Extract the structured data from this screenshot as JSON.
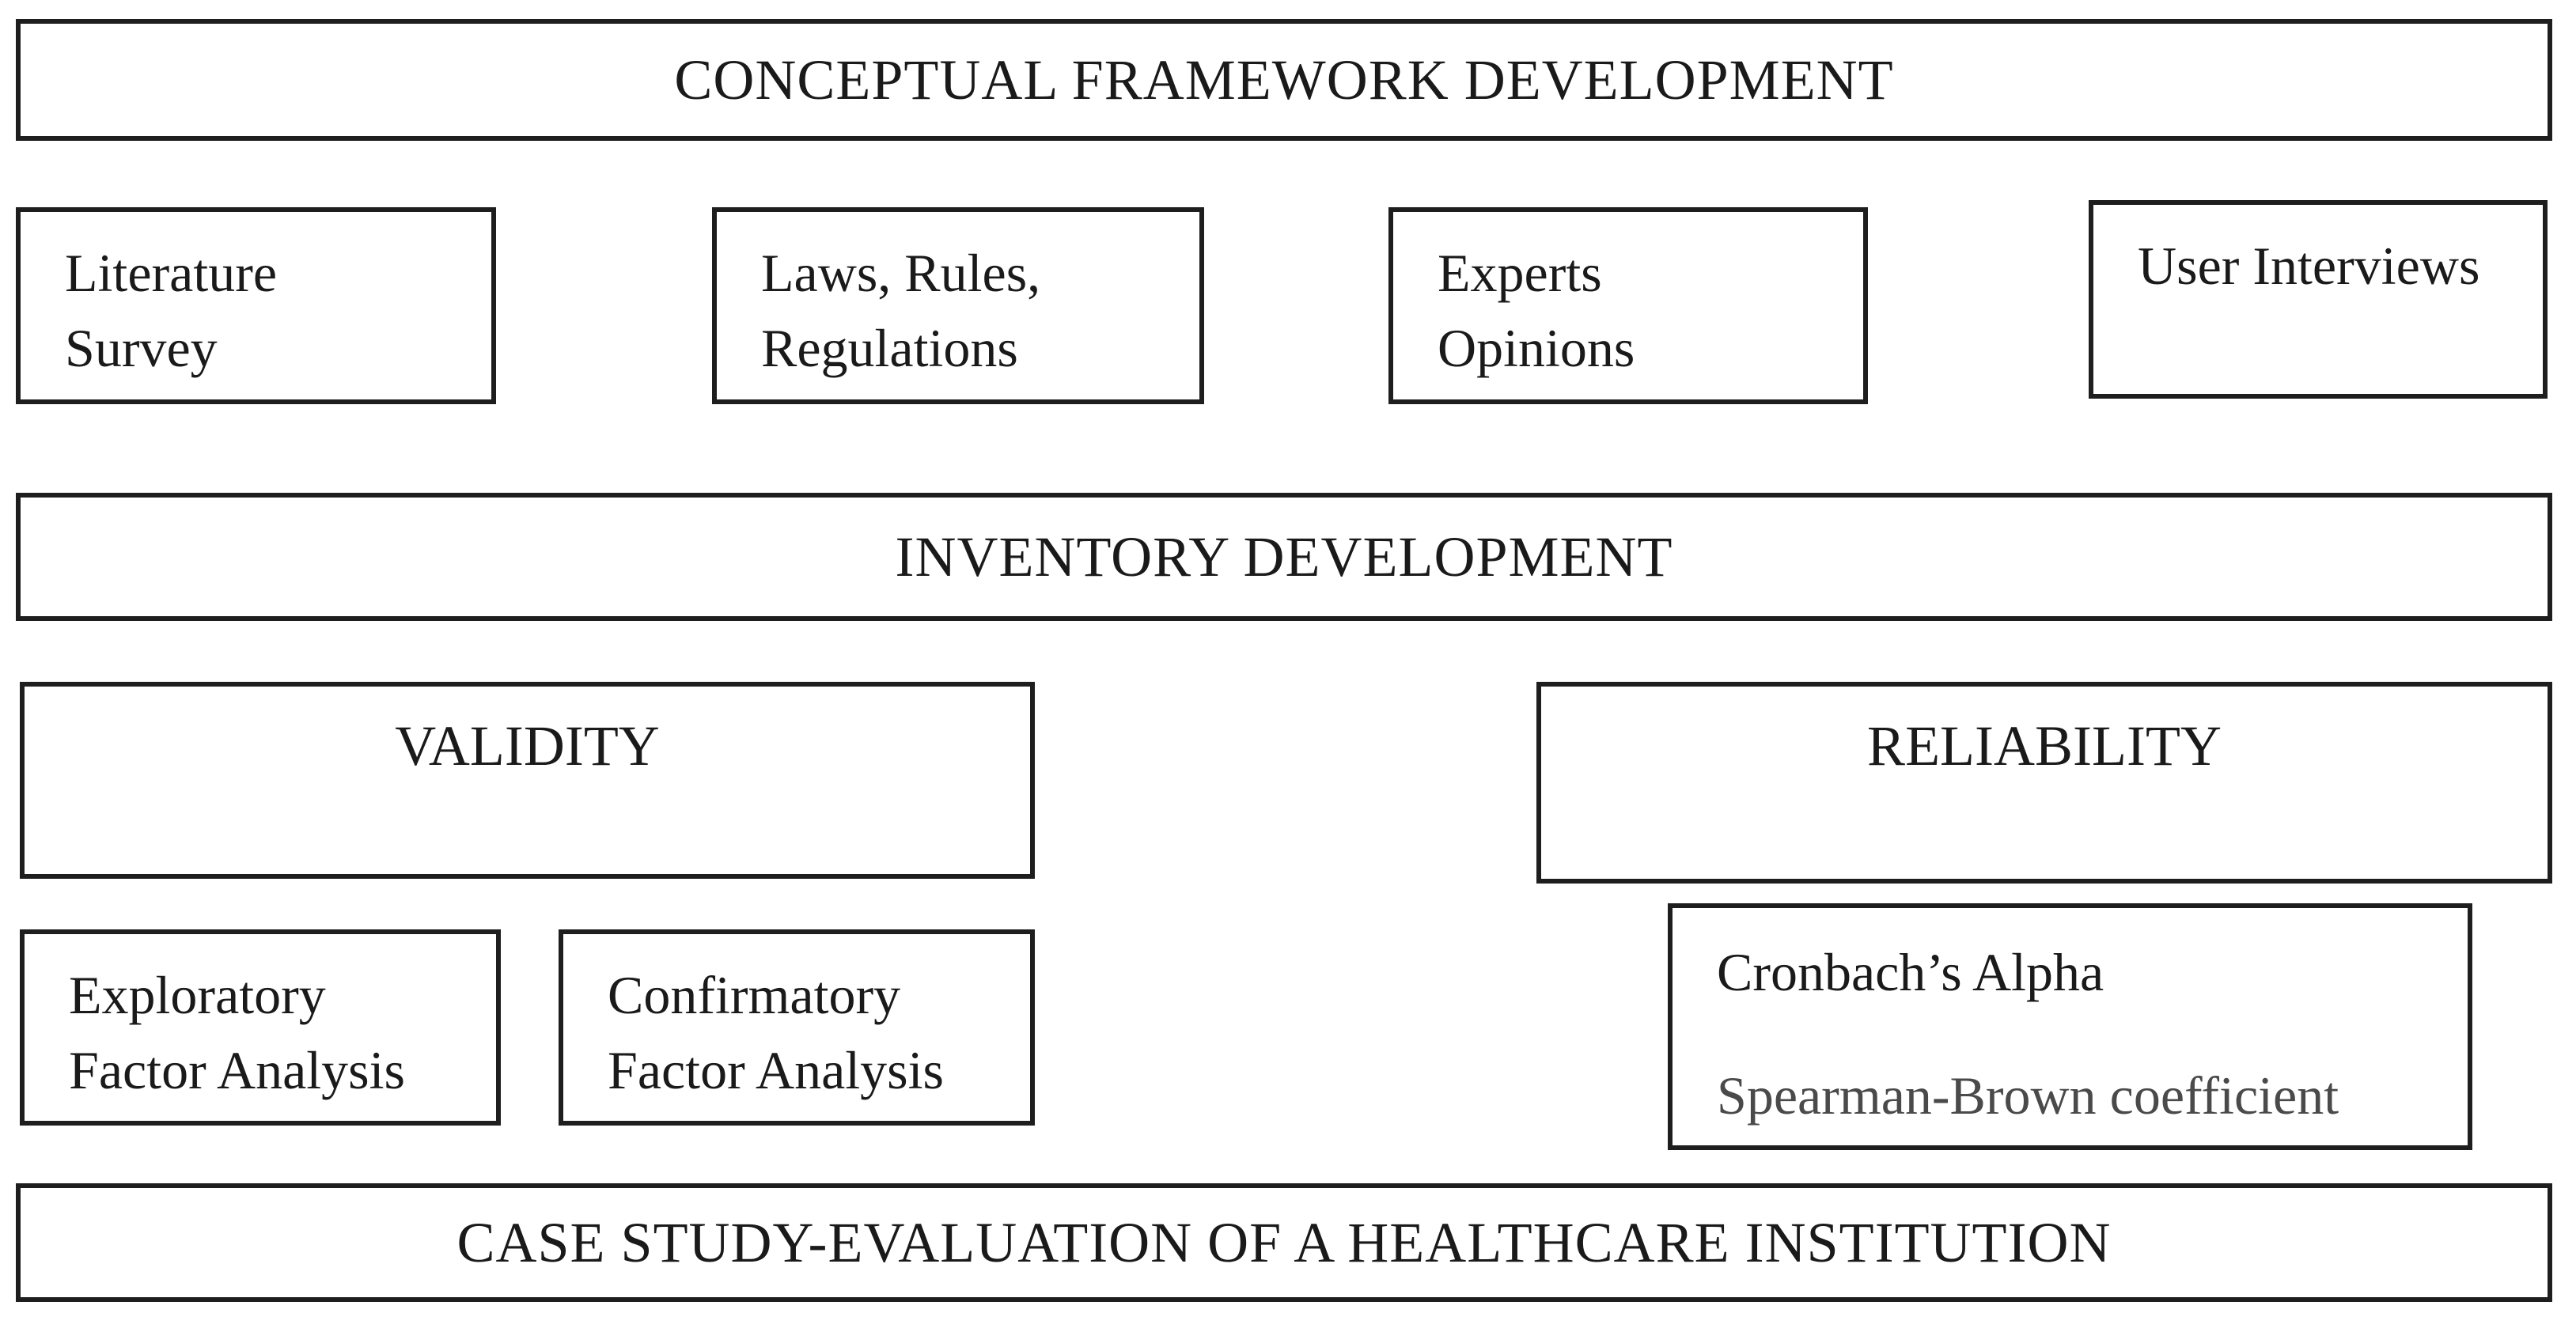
{
  "figure": {
    "stage_conceptual": {
      "title": "CONCEPTUAL FRAMEWORK DEVELOPMENT"
    },
    "inputs": [
      {
        "line1": "Literature",
        "line2": "Survey"
      },
      {
        "line1": "Laws, Rules,",
        "line2": "Regulations"
      },
      {
        "line1": "Experts",
        "line2": "Opinions"
      },
      {
        "line1": "User Interviews",
        "line2": ""
      }
    ],
    "stage_inventory": {
      "title": "INVENTORY DEVELOPMENT"
    },
    "validity": {
      "title": "VALIDITY",
      "methods": [
        {
          "line1": "Exploratory",
          "line2": "Factor Analysis"
        },
        {
          "line1": "Confirmatory",
          "line2": "Factor Analysis"
        }
      ]
    },
    "reliability": {
      "title": "RELIABILITY",
      "method_primary": "Cronbach’s Alpha",
      "method_secondary": "Spearman-Brown coefficient"
    },
    "stage_case_study": {
      "title": "CASE STUDY-EVALUATION OF A HEALTHCARE INSTITUTION"
    }
  },
  "colors": {
    "background": "#ffffff",
    "border": "#1e1e1e",
    "text": "#1a1a1a",
    "muted_text": "#4a4a4a"
  }
}
